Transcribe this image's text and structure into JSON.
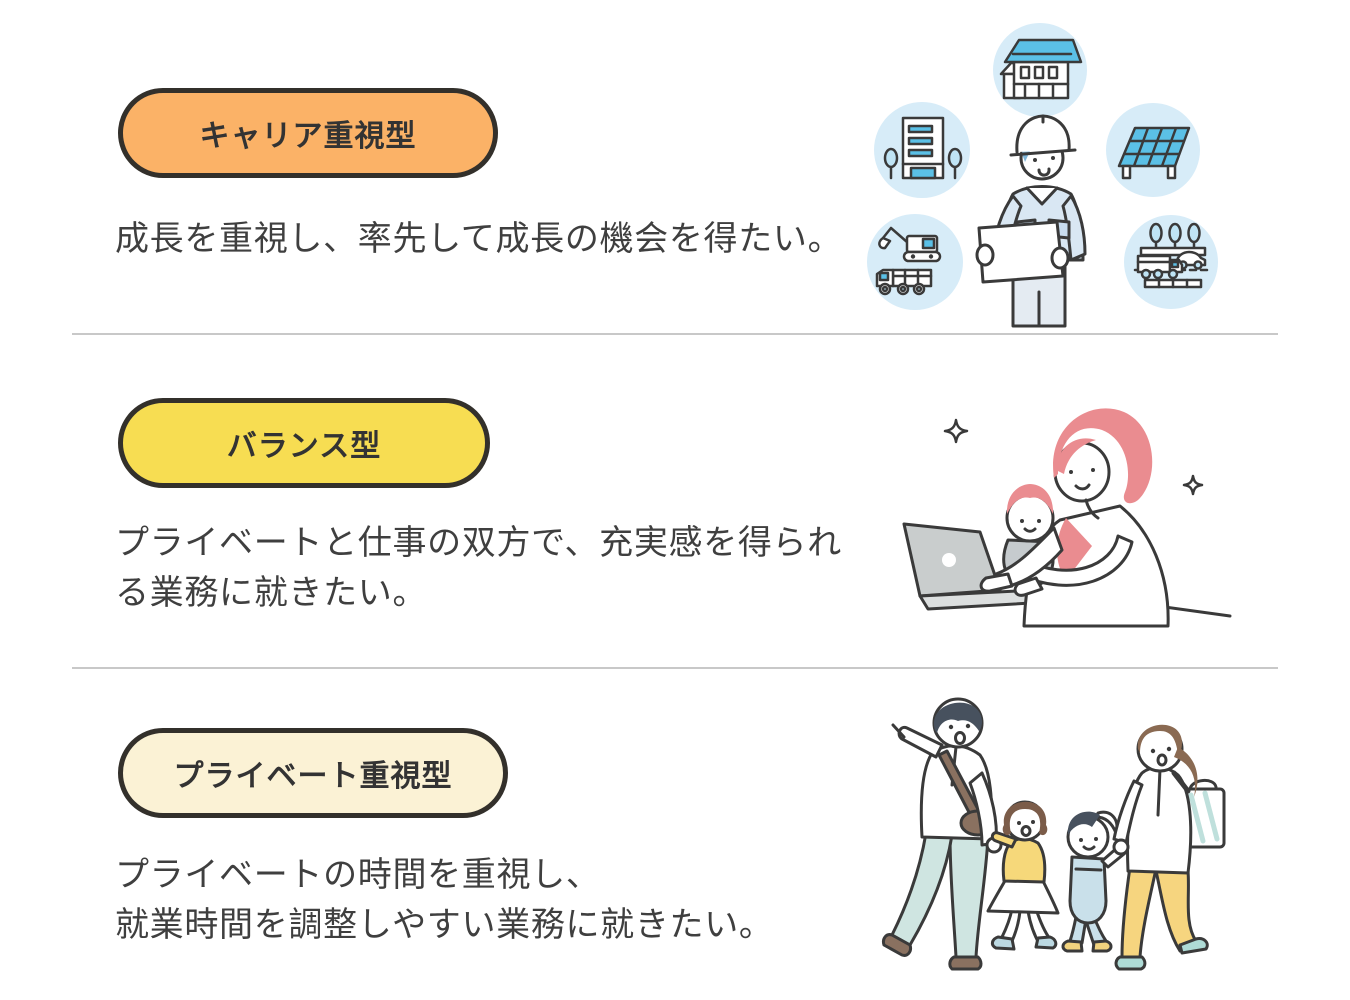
{
  "page": {
    "background": "#ffffff",
    "divider_color": "#c8c8c8",
    "text_color": "#3f3f3f",
    "badge_border_color": "#33302b"
  },
  "sections": [
    {
      "id": "career",
      "badge": {
        "label": "キャリア重視型",
        "bg": "#FBB267"
      },
      "description_lines": [
        "成長を重視し、率先して成長の機会を得たい。"
      ],
      "illustration": "construction-worker-surrounded-by-site-icons",
      "illustration_icons": [
        "house-icon",
        "office-building-icon",
        "solar-panel-icon",
        "excavator-truck-icon",
        "road-traffic-icon"
      ]
    },
    {
      "id": "balance",
      "badge": {
        "label": "バランス型",
        "bg": "#F7DD52"
      },
      "description_lines": [
        "プライベートと仕事の双方で、充実感を得られ",
        "る業務に就きたい。"
      ],
      "illustration": "mother-holding-baby-working-on-laptop",
      "illustration_icons": [
        "sparkle-icon",
        "laptop-icon"
      ]
    },
    {
      "id": "private",
      "badge": {
        "label": "プライベート重視型",
        "bg": "#FBF2D5"
      },
      "description_lines": [
        "プライベートの時間を重視し、",
        "就業時間を調整しやすい業務に就きたい。"
      ],
      "illustration": "family-of-four-walking-hand-in-hand",
      "illustration_icons": [
        "tote-bag-icon",
        "shoulder-bag-icon"
      ]
    }
  ],
  "palette": {
    "icon_circle_blue": "#D7ECF8",
    "icon_blue": "#5BC0E6",
    "pale_blue": "#BFE4F5",
    "shirt_blue": "#D9E7F3",
    "hair_pink": "#EA8C90",
    "laptop_gray": "#C9CDCD",
    "baby_gray": "#C6CBCE",
    "navy_hair": "#47515E",
    "brown_bag": "#8A7160",
    "girl_hair_brown": "#7B5C49",
    "mother_hair_brown": "#8A6A52",
    "jacket_yellow": "#F6D87A",
    "pants_yellow": "#F6D57F",
    "pants_teal": "#CFE5E1",
    "overalls_blue": "#C9E0EA",
    "shoe_teal": "#AEDBD6",
    "shoe_yellow": "#F2D37E",
    "outline": "#3A3A3A"
  }
}
